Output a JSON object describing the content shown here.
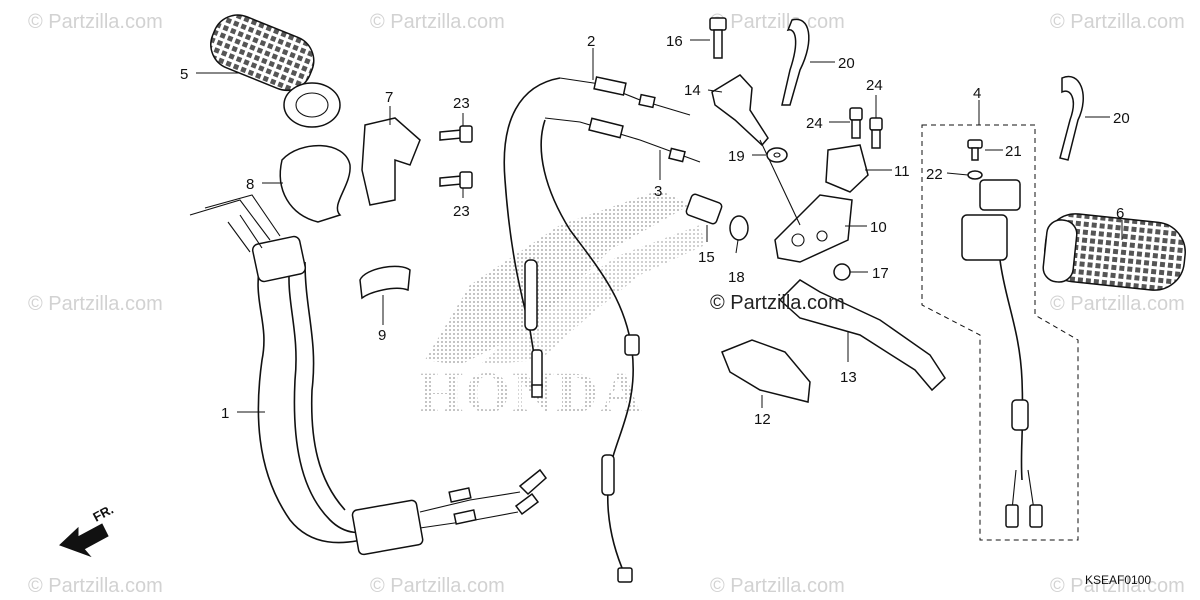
{
  "diagram": {
    "callouts": [
      "1",
      "2",
      "3",
      "4",
      "5",
      "6",
      "7",
      "8",
      "9",
      "10",
      "11",
      "12",
      "13",
      "14",
      "15",
      "16",
      "17",
      "18",
      "19",
      "20",
      "20",
      "21",
      "22",
      "23",
      "23",
      "24",
      "24"
    ],
    "watermark": "© Partzilla.com",
    "center_watermark": "© Partzilla.com",
    "brand_mark": "HONDA",
    "direction_label": "FR.",
    "diagram_code": "KSEAF0100"
  }
}
